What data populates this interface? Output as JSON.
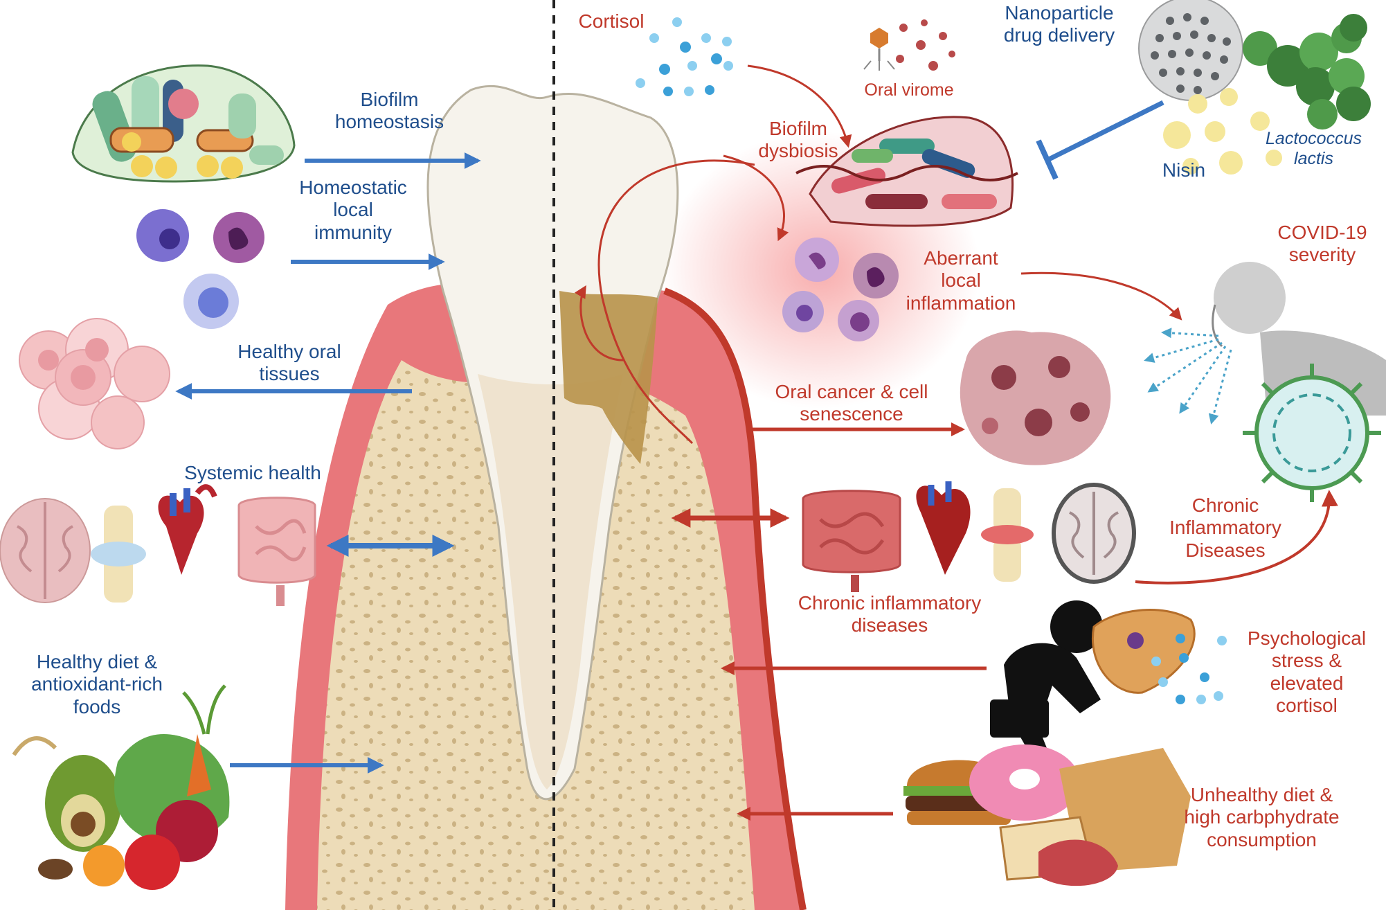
{
  "left": {
    "biofilm_homeostasis": "Biofilm\nhomeostasis",
    "homeostatic_immunity": "Homeostatic\nlocal\nimmunity",
    "healthy_oral_tissues": "Healthy oral\ntissues",
    "systemic_health": "Systemic health",
    "healthy_diet": "Healthy diet &\nantioxidant-rich\nfoods"
  },
  "right": {
    "cortisol": "Cortisol",
    "oral_virome": "Oral virome",
    "nanoparticle": "Nanoparticle\ndrug delivery",
    "biofilm_dysbiosis": "Biofilm\ndysbiosis",
    "nisin": "Nisin",
    "lactococcus": "Lactococcus\nlactis",
    "covid": "COVID-19\nseverity",
    "aberrant_inflammation": "Aberrant\nlocal\ninflammation",
    "oral_cancer": "Oral cancer & cell\nsenescence",
    "chronic_caps": "Chronic\nInflammatory\nDiseases",
    "chronic_lower": "Chronic inflammatory\ndiseases",
    "stress": "Psychological\nstress &\nelevated\ncortisol",
    "unhealthy_diet": "Unhealthy diet &\nhigh carbphydrate\nconsumption"
  },
  "colors": {
    "blue_arrow": "#3d78c4",
    "red_arrow": "#c0392b",
    "blue_text": "#1f4e8c",
    "red_text": "#c0392b",
    "gum": "#e8777b",
    "bone": "#eddcb8",
    "enamel": "#f4f1ea",
    "plaque": "#b8924a"
  },
  "icons": [
    "biofilm-cluster",
    "immune-cells",
    "epithelial-cells",
    "brain",
    "knee-joint",
    "heart",
    "intestine",
    "vegetables",
    "virus-particles",
    "nanoparticle",
    "lactococcus-cells",
    "coughing-person",
    "sars-cov-2",
    "cancer-cells",
    "stressed-person",
    "junk-food"
  ]
}
